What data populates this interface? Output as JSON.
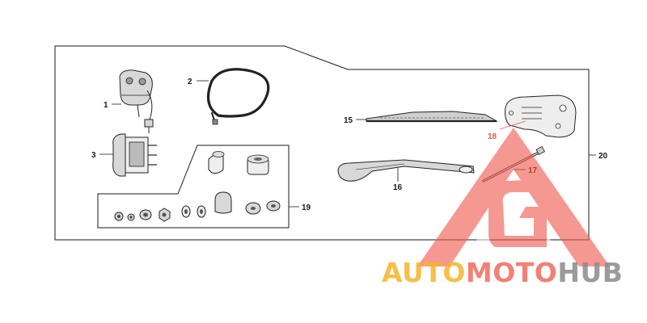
{
  "labels": {
    "l1": "1",
    "l2": "2",
    "l3": "3",
    "l15": "15",
    "l16": "16",
    "l17": "17",
    "l18": "18",
    "l19": "19",
    "l20": "20"
  },
  "watermark": {
    "part1": "AUTO",
    "part2": "MOTO",
    "part3": "HUB",
    "colors": {
      "auto": "#f5b52a",
      "moto": "#f26a5f",
      "hub": "#8a8a8a",
      "triangle": "#ef5a50"
    }
  }
}
